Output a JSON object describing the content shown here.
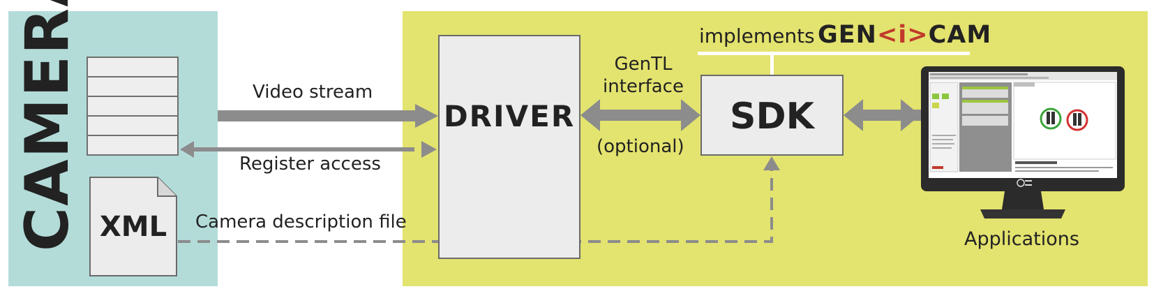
{
  "camera": {
    "title": "CAMERA",
    "xml_label": "XML"
  },
  "driver": {
    "label": "DRIVER"
  },
  "sdk": {
    "label": "SDK"
  },
  "links": {
    "video_stream": "Video stream",
    "register_access": "Register access",
    "camera_description": "Camera description file",
    "gentl": "GenTL interface",
    "optional": "(optional)"
  },
  "implements": {
    "prefix": "implements",
    "logo_part1": "GEN",
    "logo_open": "<",
    "logo_i": "i",
    "logo_close": ">",
    "logo_part2": "CAM"
  },
  "applications": {
    "label": "Applications"
  },
  "colors": {
    "camera_bg": "#b3dcd9",
    "host_bg": "#e3e36f",
    "arrow": "#8c8c8c",
    "box_fill": "#ececec",
    "logo_accent": "#c0392b"
  }
}
